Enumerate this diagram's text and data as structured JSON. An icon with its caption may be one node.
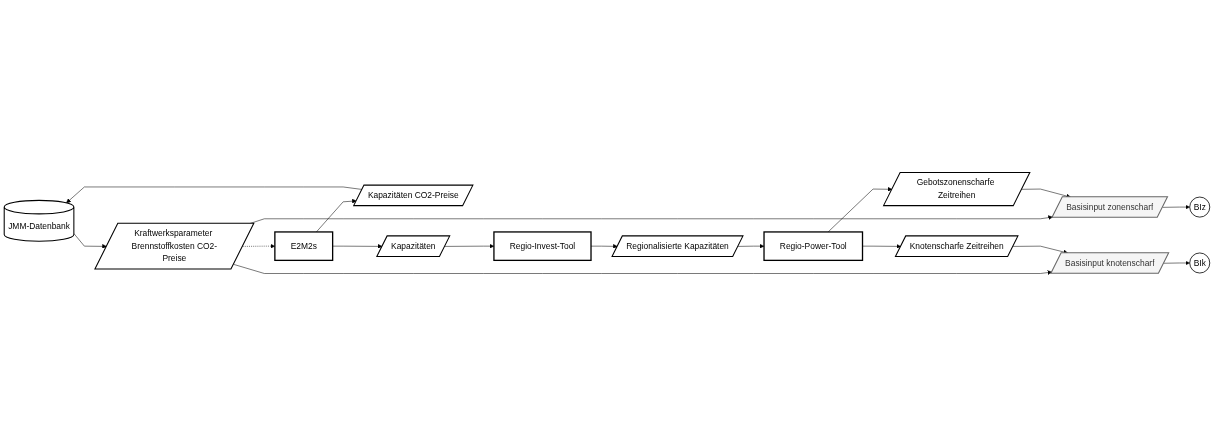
{
  "diagram": {
    "nodes": [
      {
        "text": [
          "JMM-Datenbank"
        ]
      },
      {
        "text": [
          "Kapazitäten CO2-Preise"
        ]
      },
      {
        "text": [
          "E2M2s"
        ]
      },
      {
        "text": [
          "Kapazitäten"
        ]
      },
      {
        "text": [
          "Regio-Invest-Tool"
        ]
      },
      {
        "text": [
          "Regionalisierte Kapazitäten"
        ]
      },
      {
        "text": [
          "BIz"
        ]
      },
      {
        "text": [
          "Basisinput zonenscharf"
        ]
      },
      {
        "text": [
          "Gebotszonenscharfe Zeitreihen"
        ]
      },
      {
        "text": [
          "Kraftwerksparameter Brennstoffkosten CO2-Preise"
        ]
      },
      {
        "text": [
          "Regio-Power-Tool"
        ]
      },
      {
        "text": [
          "Basisinput knotenscharf"
        ]
      },
      {
        "text": [
          "Knotenscharfe Zeitreihen"
        ]
      },
      {
        "text": [
          "BIk"
        ]
      }
    ],
    "edges": [
      {
        "from": 2,
        "to": 1,
        "arrow": "to"
      },
      {
        "from": 1,
        "to": 0,
        "arrow": "to"
      },
      {
        "from": 2,
        "to": 3,
        "arrow": "to"
      },
      {
        "from": 3,
        "to": 4,
        "arrow": "to"
      },
      {
        "from": 4,
        "to": 5,
        "arrow": "to"
      },
      {
        "from": 5,
        "to": 10,
        "arrow": "to"
      },
      {
        "from": 0,
        "to": 9,
        "arrow": "to"
      },
      {
        "from": 9,
        "to": 2,
        "arrow": "to",
        "style": "dashed"
      },
      {
        "from": 9,
        "to": 7,
        "arrow": "to"
      },
      {
        "from": 9,
        "to": 11,
        "arrow": "to"
      },
      {
        "from": 10,
        "to": 8,
        "arrow": "to"
      },
      {
        "from": 10,
        "to": 12,
        "arrow": "to"
      },
      {
        "from": 8,
        "to": 7,
        "arrow": "to"
      },
      {
        "from": 12,
        "to": 11,
        "arrow": "to"
      },
      {
        "from": 7,
        "to": 6,
        "arrow": "to"
      },
      {
        "from": 11,
        "to": 13,
        "arrow": "to"
      }
    ]
  }
}
